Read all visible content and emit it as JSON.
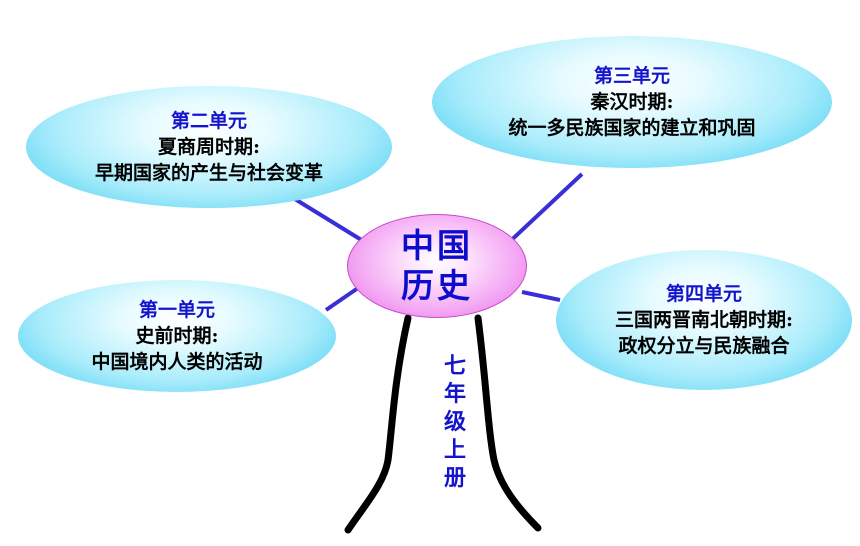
{
  "center": {
    "line1": "中国",
    "line2": "历史"
  },
  "vertical_label": "七年级上册",
  "bubbles": [
    {
      "unit": "第一单元",
      "line1": "史前时期:",
      "line2": "中国境内人类的活动"
    },
    {
      "unit": "第二单元",
      "line1": "夏商周时期:",
      "line2": "早期国家的产生与社会变革"
    },
    {
      "unit": "第三单元",
      "line1": "秦汉时期:",
      "line2": "统一多民族国家的建立和巩固"
    },
    {
      "unit": "第四单元",
      "line1": "三国两晋南北朝时期:",
      "line2": "政权分立与民族融合"
    }
  ],
  "colors": {
    "connector": "#3a2fd6",
    "trunk": "#000000",
    "unit_text": "#1414cc",
    "center_text": "#0c0ccc"
  }
}
